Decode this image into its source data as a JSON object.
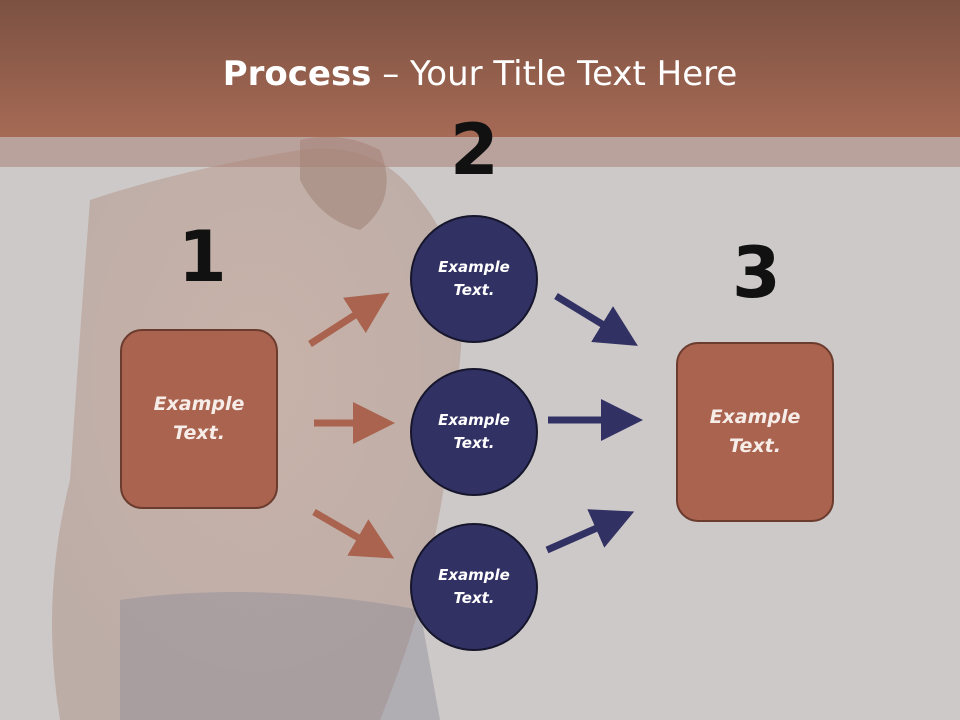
{
  "title": {
    "bold": "Process",
    "rest": " – Your Title Text Here"
  },
  "numbers": [
    "1",
    "2",
    "3"
  ],
  "left_box": {
    "text": "Example\nText."
  },
  "circles": [
    {
      "text": "Example\nText."
    },
    {
      "text": "Example\nText."
    },
    {
      "text": "Example\nText."
    }
  ],
  "right_box": {
    "text": "Example\nText."
  },
  "colors": {
    "header": "#a66a55",
    "box_fill": "#a9634f",
    "circle_fill": "#323163",
    "left_arrow": "#a9634f",
    "right_arrow": "#323163"
  }
}
